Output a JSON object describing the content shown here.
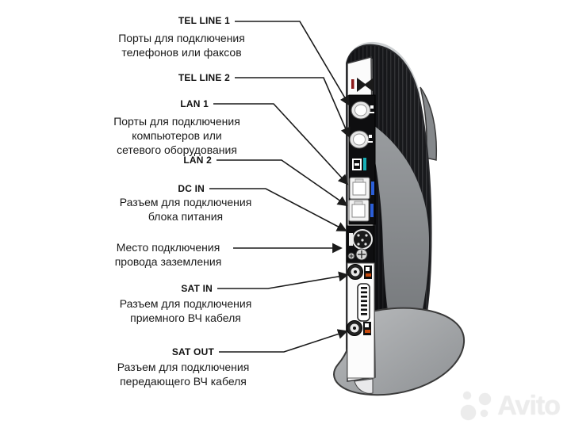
{
  "diagram": {
    "labels": [
      {
        "port": "TEL LINE 1",
        "description": "Порты для подключения\nтелефонов или факсов"
      },
      {
        "port": "TEL LINE 2",
        "description": ""
      },
      {
        "port": "LAN 1",
        "description": "Порты для подключения\nкомпьютеров или\nсетевого оборудования"
      },
      {
        "port": "LAN 2",
        "description": ""
      },
      {
        "port": "DC IN",
        "description": "Разъем для подключения\nблока питания"
      },
      {
        "port": "",
        "description": "Место подключения\nпровода заземления"
      },
      {
        "port": "SAT IN",
        "description": "Разъем для подключения\nприемного ВЧ кабеля"
      },
      {
        "port": "SAT OUT",
        "description": "Разъем для подключения\nпередающего ВЧ кабеля"
      }
    ],
    "device": {
      "type": "satellite-receiver-rear-view",
      "logo_icon": "bowtie-logo",
      "port_icons": [
        "tel-line-1-jack",
        "tel-line-2-jack",
        "usb-port",
        "lan-1-rj45",
        "lan-2-rj45",
        "dc-in-connector",
        "ground-screw",
        "sat-in-coax",
        "vent-grille",
        "sat-out-coax"
      ]
    },
    "colors": {
      "line": "#1a1a1a",
      "body_dark": "#17181a",
      "body_swoosh": "#84878b",
      "base_gray": "#a6a9ac",
      "lan_label_blue": "#2b5fd9",
      "usb_label_teal": "#18b0b8",
      "sat_label_orange": "#c84b0f",
      "logo_red": "#8b1a1a"
    }
  },
  "watermark": {
    "text": "Avito"
  }
}
